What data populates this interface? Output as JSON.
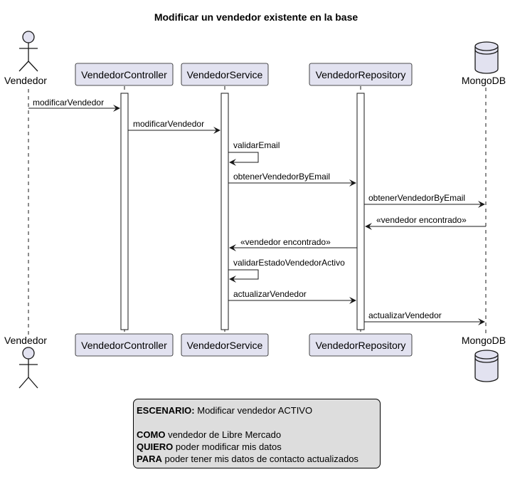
{
  "title": "Modificar un vendedor existente en la base",
  "participants": {
    "vendedor": "Vendedor",
    "controller": "VendedorController",
    "service": "VendedorService",
    "repository": "VendedorRepository",
    "db": "MongoDB"
  },
  "messages": {
    "m1": "modificarVendedor",
    "m2": "modificarVendedor",
    "m3": "validarEmail",
    "m4": "obtenerVendedorByEmail",
    "m5": "obtenerVendedorByEmail",
    "m6": "«vendedor encontrado»",
    "m7": "«vendedor encontrado»",
    "m8": "validarEstadoVendedorActivo",
    "m9": "actualizarVendedor",
    "m10": "actualizarVendedor"
  },
  "note": {
    "l1_key": "ESCENARIO:",
    "l1_text": " Modificar vendedor ACTIVO",
    "l2_key": "COMO",
    "l2_text": " vendedor de Libre Mercado",
    "l3_key": "QUIERO",
    "l3_text": " poder modificar mis datos",
    "l4_key": "PARA",
    "l4_text": " poder tener mis datos de contacto actualizados"
  },
  "colors": {
    "participant_fill": "#e2e2f0",
    "participant_stroke": "#181818",
    "note_fill": "#dddddd",
    "line": "#181818"
  }
}
